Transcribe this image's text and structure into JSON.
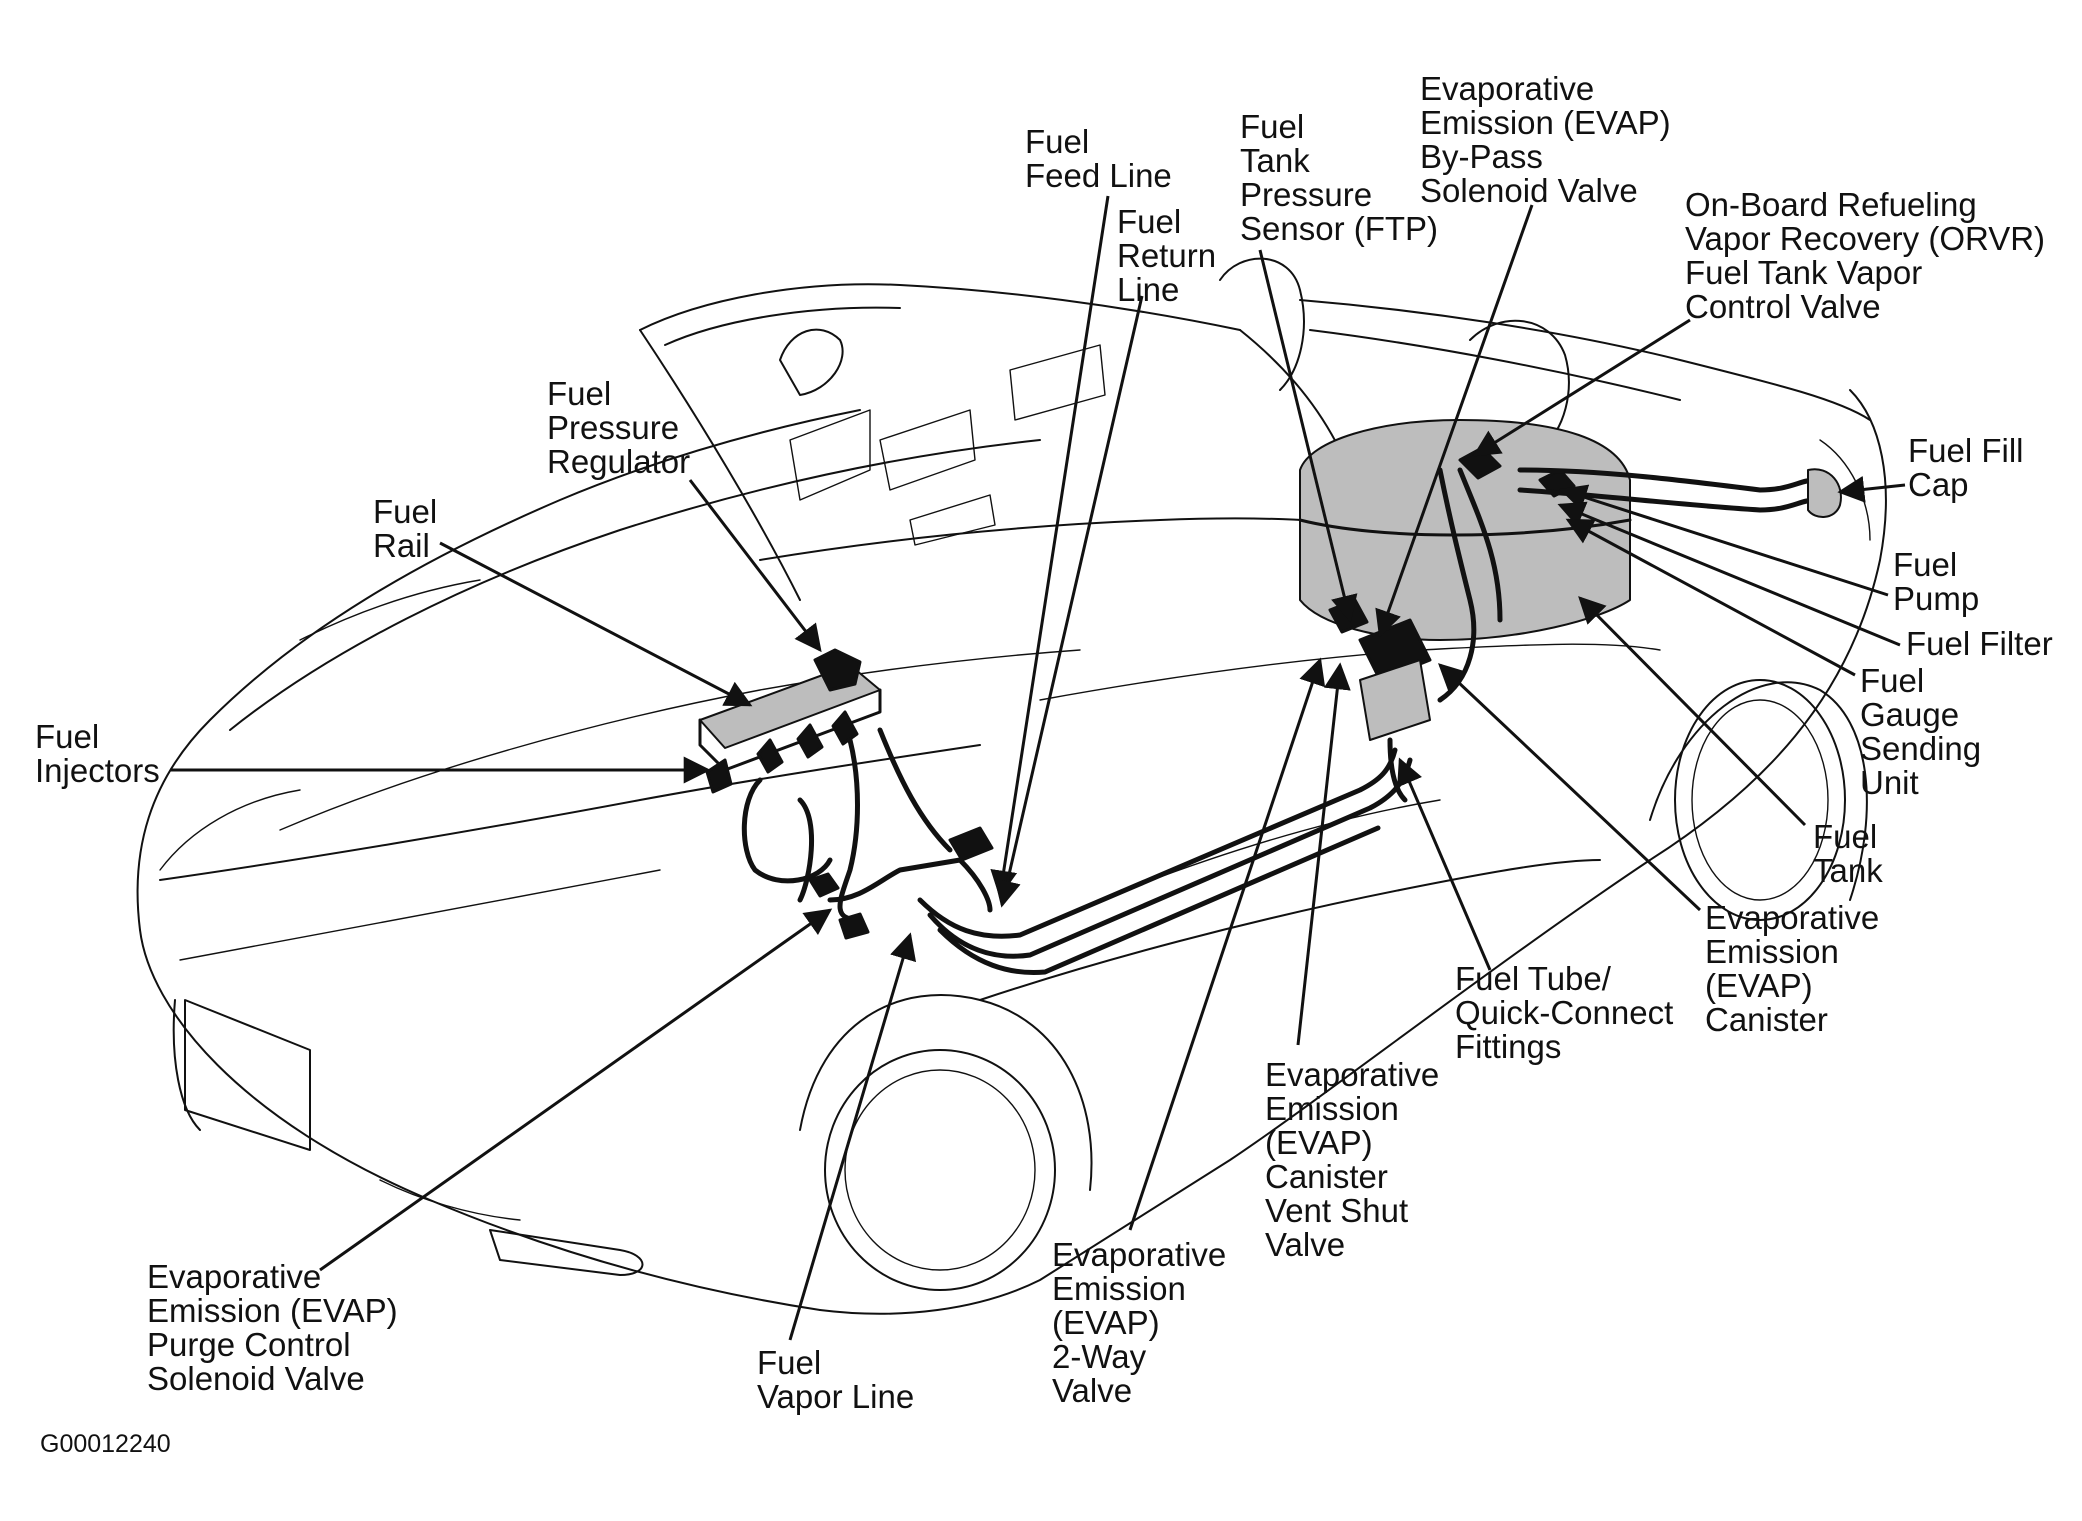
{
  "diagram": {
    "figure_id": "G00012240",
    "labels": [
      {
        "id": "fuel-feed-line",
        "lines": [
          "Fuel",
          "Feed Line"
        ]
      },
      {
        "id": "fuel-return-line",
        "lines": [
          "Fuel",
          "Return",
          "Line"
        ]
      },
      {
        "id": "fuel-tank-pressure-sensor",
        "lines": [
          "Fuel",
          "Tank",
          "Pressure",
          "Sensor (FTP)"
        ]
      },
      {
        "id": "evap-bypass-solenoid-valve",
        "lines": [
          "Evaporative",
          "Emission (EVAP)",
          "By-Pass",
          "Solenoid Valve"
        ]
      },
      {
        "id": "orvr-fuel-tank-vapor-control-valve",
        "lines": [
          "On-Board Refueling",
          "Vapor Recovery (ORVR)",
          "Fuel Tank Vapor",
          "Control Valve"
        ]
      },
      {
        "id": "fuel-fill-cap",
        "lines": [
          "Fuel Fill",
          "Cap"
        ]
      },
      {
        "id": "fuel-pump",
        "lines": [
          "Fuel",
          "Pump"
        ]
      },
      {
        "id": "fuel-filter",
        "lines": [
          "Fuel Filter"
        ]
      },
      {
        "id": "fuel-gauge-sending-unit",
        "lines": [
          "Fuel",
          "Gauge",
          "Sending",
          "Unit"
        ]
      },
      {
        "id": "fuel-tank",
        "lines": [
          "Fuel",
          "Tank"
        ]
      },
      {
        "id": "evap-canister",
        "lines": [
          "Evaporative",
          "Emission",
          "(EVAP)",
          "Canister"
        ]
      },
      {
        "id": "fuel-tube-quick-connect-fittings",
        "lines": [
          "Fuel Tube/",
          "Quick-Connect",
          "Fittings"
        ]
      },
      {
        "id": "evap-canister-vent-shut-valve",
        "lines": [
          "Evaporative",
          "Emission",
          "(EVAP)",
          "Canister",
          "Vent Shut",
          "Valve"
        ]
      },
      {
        "id": "evap-2-way-valve",
        "lines": [
          "Evaporative",
          "Emission",
          "(EVAP)",
          "2-Way",
          "Valve"
        ]
      },
      {
        "id": "fuel-vapor-line",
        "lines": [
          "Fuel",
          "Vapor Line"
        ]
      },
      {
        "id": "evap-purge-control-solenoid-valve",
        "lines": [
          "Evaporative",
          "Emission (EVAP)",
          "Purge Control",
          "Solenoid Valve"
        ]
      },
      {
        "id": "fuel-injectors",
        "lines": [
          "Fuel",
          "Injectors"
        ]
      },
      {
        "id": "fuel-rail",
        "lines": [
          "Fuel",
          "Rail"
        ]
      },
      {
        "id": "fuel-pressure-regulator",
        "lines": [
          "Fuel",
          "Pressure",
          "Regulator"
        ]
      }
    ]
  }
}
